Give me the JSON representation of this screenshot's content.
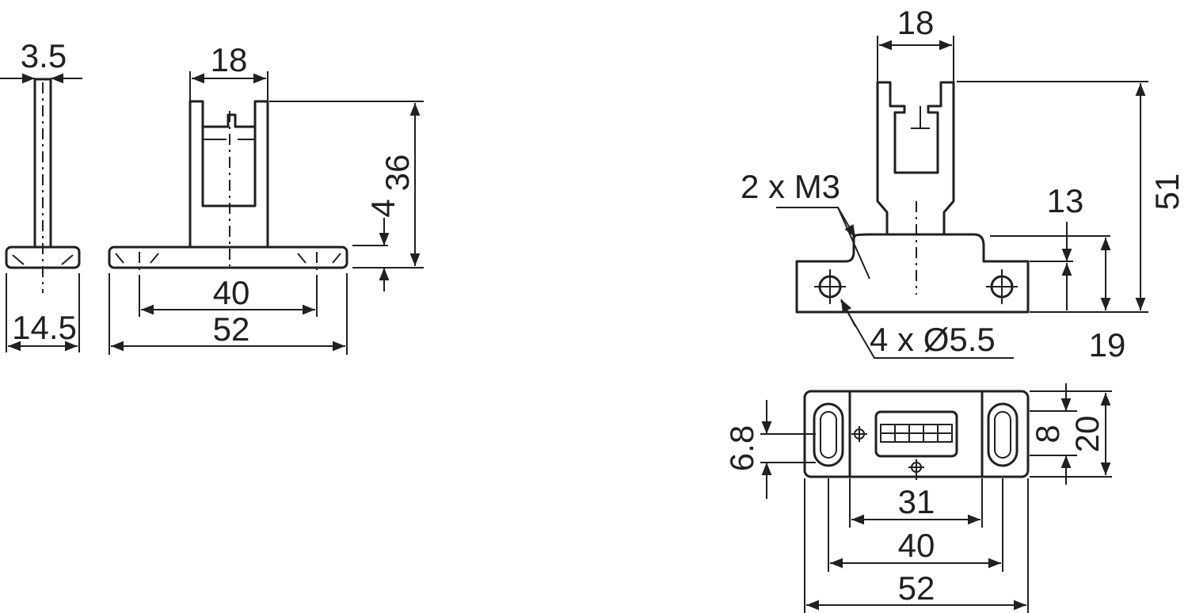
{
  "colors": {
    "line": "#231f20",
    "background": "#ffffff"
  },
  "side_view": {
    "thickness": "3.5",
    "base_width": "14.5"
  },
  "front_view": {
    "tongue_width": "18",
    "height_total": "36",
    "base_height": "4",
    "hole_spacing": "40",
    "base_width": "52"
  },
  "mount_view": {
    "tongue_width": "18",
    "thread_label": "2 x M3",
    "height_13": "13",
    "height_total": "51",
    "height_19": "19",
    "hole_label": "4 x Ø5.5"
  },
  "top_view": {
    "slot_width": "6.8",
    "body_depth": "8",
    "total_depth": "20",
    "width_31": "31",
    "width_40": "40",
    "width_52": "52"
  }
}
